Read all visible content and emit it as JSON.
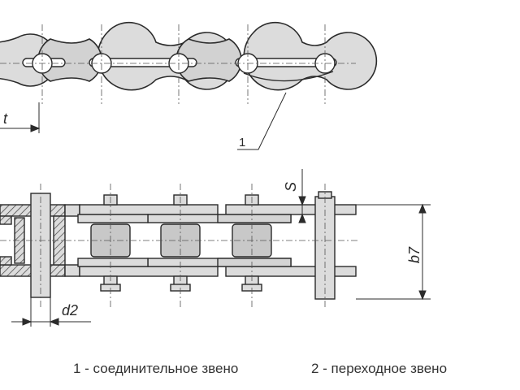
{
  "labels": {
    "pitch": "t",
    "callout": "1",
    "plate_thickness": "S",
    "width": "b7",
    "pin_diameter": "d2"
  },
  "legend": [
    {
      "number": "1",
      "text": "1 - соединительное звено"
    },
    {
      "number": "2",
      "text": "2 - переходное звено"
    }
  ],
  "colors": {
    "fill": "#dcdcdc",
    "fill_dark": "#c8c8c8",
    "stroke": "#2b2b2b",
    "hatch": "#3a3a3a"
  }
}
